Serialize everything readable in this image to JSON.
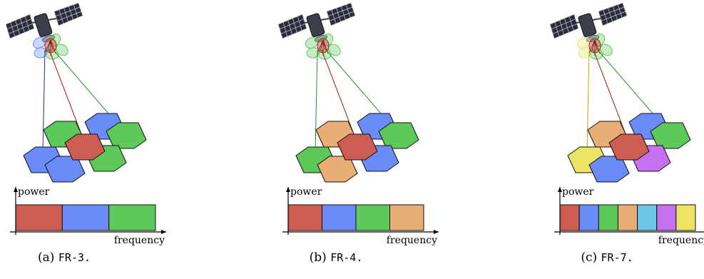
{
  "palette": {
    "red": "#cd5c53",
    "blue": "#6b8cf8",
    "green": "#5ec85a",
    "orange": "#e9ad76",
    "cyan": "#6cc8e4",
    "purple": "#c56ff1",
    "yellow": "#ece365"
  },
  "panels": [
    {
      "caption_prefix": "(a)",
      "caption_code": "FR-3.",
      "power_label": "power",
      "frequency_label": "frequency",
      "cells": [
        "green",
        "blue",
        "blue",
        "red",
        "green",
        "blue",
        "green",
        "blue"
      ],
      "beams": [
        "blue",
        "red",
        "green"
      ],
      "bands": [
        "red",
        "blue",
        "green"
      ]
    },
    {
      "caption_prefix": "(b)",
      "caption_code": "FR-4.",
      "power_label": "power",
      "frequency_label": "frequency",
      "cells": [
        "orange",
        "blue",
        "green",
        "red",
        "green",
        "orange",
        "blue",
        "orange"
      ],
      "beams": [
        "green",
        "red",
        "green"
      ],
      "bands": [
        "red",
        "blue",
        "green",
        "orange"
      ]
    },
    {
      "caption_prefix": "(c)",
      "caption_code": "FR-7.",
      "power_label": "power",
      "frequency_label": "frequency",
      "cells": [
        "orange",
        "blue",
        "yellow",
        "red",
        "green",
        "blue",
        "purple",
        "cyan"
      ],
      "beams": [
        "yellow",
        "red",
        "green"
      ],
      "bands": [
        "red",
        "blue",
        "green",
        "orange",
        "cyan",
        "purple",
        "yellow"
      ]
    }
  ]
}
